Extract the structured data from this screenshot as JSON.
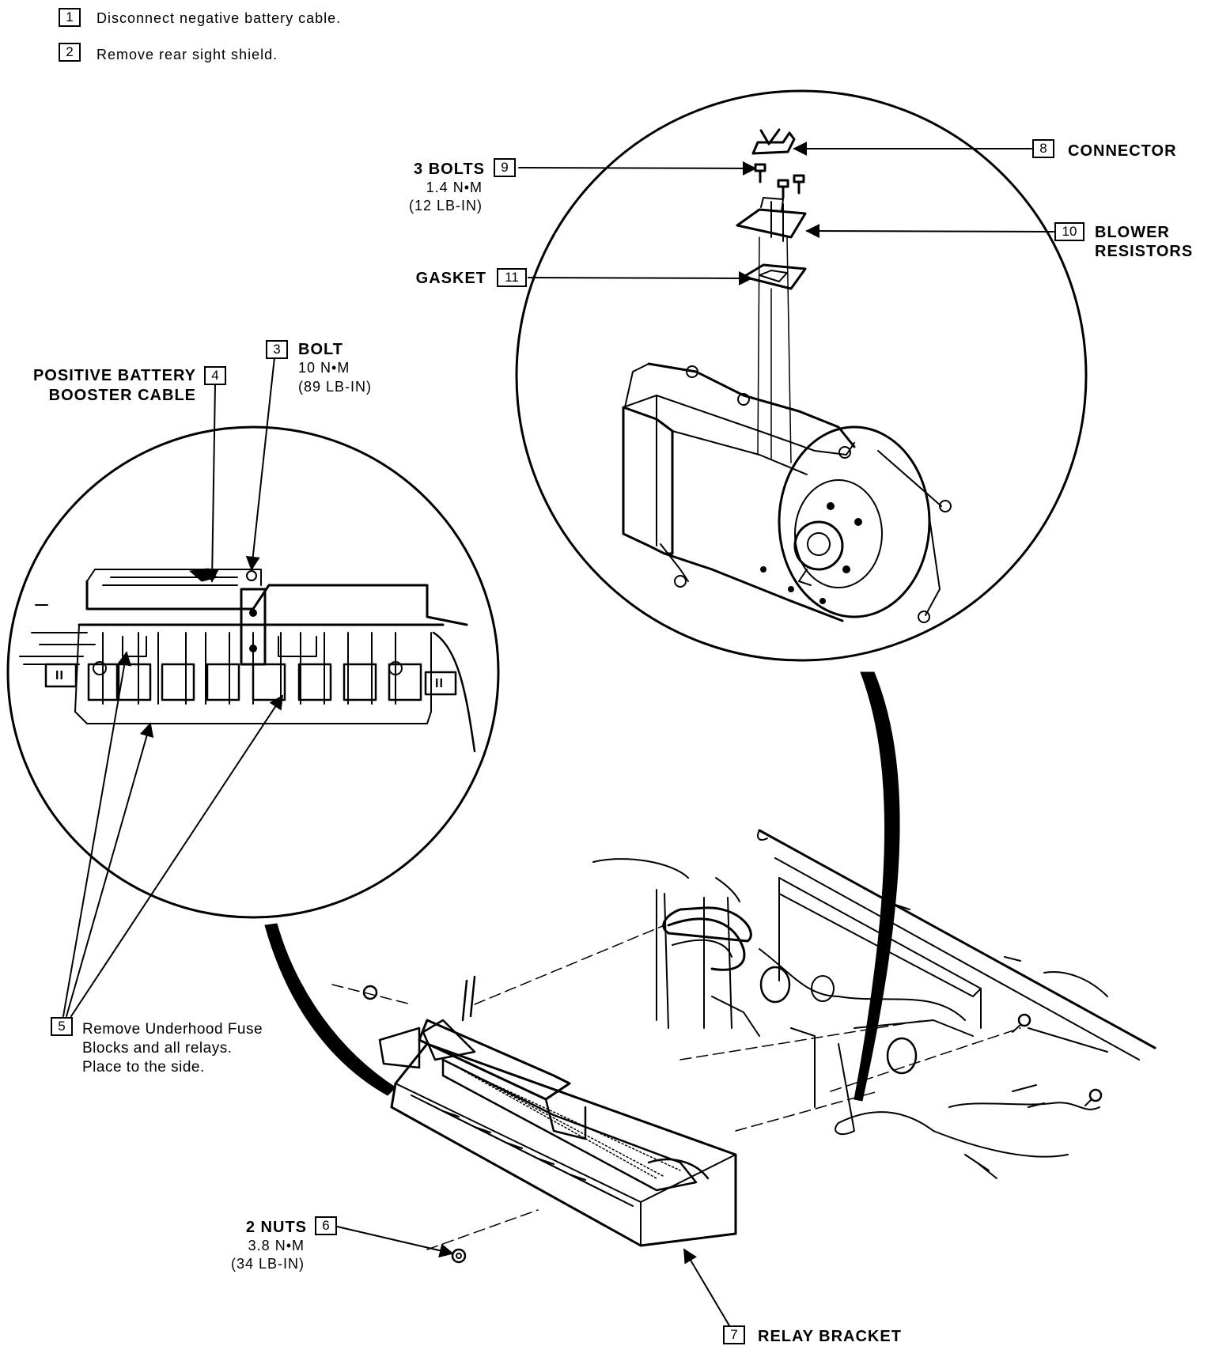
{
  "steps": [
    {
      "num": "1",
      "text": "Disconnect negative battery cable."
    },
    {
      "num": "2",
      "text": "Remove rear sight shield."
    }
  ],
  "callouts": {
    "c3": {
      "num": "3",
      "title": "BOLT",
      "torque": "10 N•M",
      "torque_alt": "(89 LB-IN)"
    },
    "c4": {
      "num": "4",
      "line1": "POSITIVE BATTERY",
      "line2": "BOOSTER CABLE"
    },
    "c5": {
      "num": "5",
      "text": "Remove Underhood Fuse Blocks and all relays. Place to the side."
    },
    "c6": {
      "num": "6",
      "title": "2 NUTS",
      "torque": "3.8 N•M",
      "torque_alt": "(34 LB-IN)"
    },
    "c7": {
      "num": "7",
      "title": "RELAY BRACKET"
    },
    "c8": {
      "num": "8",
      "title": "CONNECTOR"
    },
    "c9": {
      "num": "9",
      "title": "3 BOLTS",
      "torque": "1.4 N•M",
      "torque_alt": "(12 LB-IN)"
    },
    "c10": {
      "num": "10",
      "line1": "BLOWER",
      "line2": "RESISTORS"
    },
    "c11": {
      "num": "11",
      "title": "GASKET"
    }
  },
  "relay_tags": [
    "II",
    "II"
  ]
}
